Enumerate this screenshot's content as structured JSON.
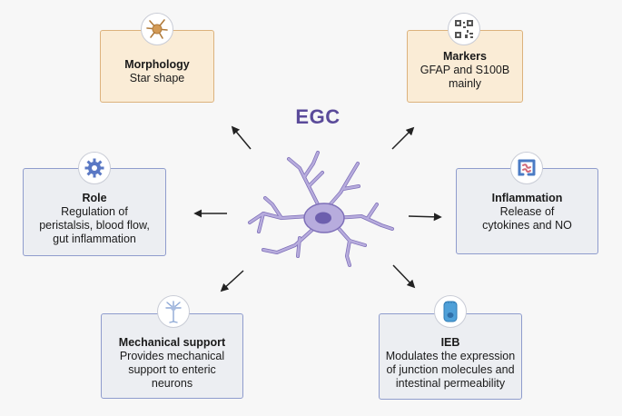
{
  "center": {
    "label": "EGC"
  },
  "boxes": {
    "morphology": {
      "title": "Morphology",
      "body": "Star shape"
    },
    "markers": {
      "title": "Markers",
      "body": "GFAP and S100B mainly"
    },
    "role": {
      "title": "Role",
      "body": "Regulation of peristalsis, blood flow, gut inflammation"
    },
    "inflammation": {
      "title": "Inflammation",
      "body": "Release of cytokines and NO"
    },
    "mechanical": {
      "title": "Mechanical support",
      "body": "Provides mechanical support to enteric neurons"
    },
    "ieb": {
      "title": "IEB",
      "body": "Modulates the expression of junction molecules and intestinal permeability"
    }
  },
  "icons": {
    "morphology": "astrocyte-icon",
    "markers": "qr-code-icon",
    "role": "gear-icon",
    "inflammation": "intestine-icon",
    "mechanical": "neuron-icon",
    "ieb": "epithelial-cell-icon"
  },
  "colors": {
    "tan_fill": "#faecd6",
    "tan_border": "#dcb27d",
    "blue_fill": "#eceef2",
    "blue_border": "#8f9ccd",
    "egc_text": "#5b4b9a",
    "cell_fill": "#b7acdd",
    "cell_outline": "#7e6fb8"
  }
}
